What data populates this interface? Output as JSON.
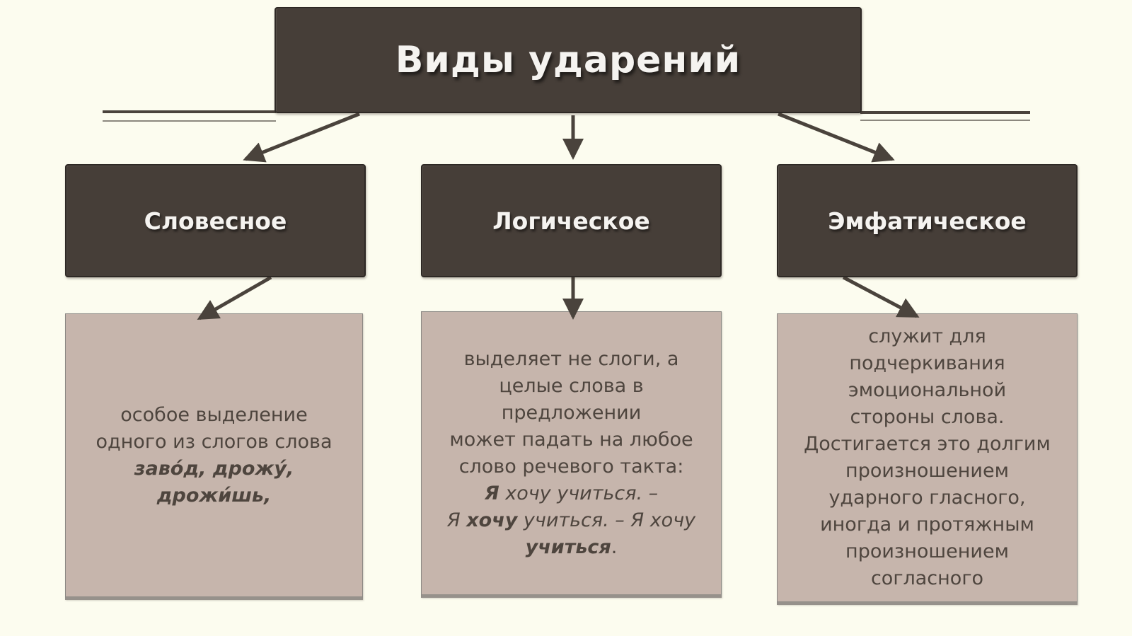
{
  "title": "Виды ударений",
  "colors": {
    "page_background": "#fcfcef",
    "dark_box_fill": "#463e38",
    "dark_box_text": "#f5f3f0",
    "desc_box_fill": "#c6b5ac",
    "desc_box_border": "#8b8884",
    "desc_text": "#4e453e",
    "connector": "#4a433c"
  },
  "categories": [
    {
      "label": "Словесное",
      "description": [
        [
          {
            "t": "особое выделение"
          }
        ],
        [
          {
            "t": "одного из слогов слова"
          }
        ],
        [
          {
            "t": "заво́д, дрожу́,",
            "b": true,
            "i": true
          }
        ],
        [
          {
            "t": "дрожи́шь,",
            "b": true,
            "i": true
          }
        ]
      ]
    },
    {
      "label": "Логическое",
      "description": [
        [
          {
            "t": "выделяет не слоги, а"
          }
        ],
        [
          {
            "t": "целые слова в"
          }
        ],
        [
          {
            "t": "предложении"
          }
        ],
        [
          {
            "t": "может падать на любое"
          }
        ],
        [
          {
            "t": "слово речевого такта:"
          }
        ],
        [
          {
            "t": "Я",
            "b": true,
            "i": true
          },
          {
            "t": " хочу учиться. –",
            "i": true
          }
        ],
        [
          {
            "t": "Я ",
            "i": true
          },
          {
            "t": "хочу",
            "b": true,
            "i": true
          },
          {
            "t": " учиться. – Я хочу",
            "i": true
          }
        ],
        [
          {
            "t": "учиться",
            "b": true,
            "i": true
          },
          {
            "t": "."
          }
        ]
      ]
    },
    {
      "label": "Эмфатическое",
      "description": [
        [
          {
            "t": "служит для"
          }
        ],
        [
          {
            "t": "подчеркивания"
          }
        ],
        [
          {
            "t": "эмоциональной"
          }
        ],
        [
          {
            "t": "стороны слова."
          }
        ],
        [
          {
            "t": "Достигается это долгим"
          }
        ],
        [
          {
            "t": "произношением"
          }
        ],
        [
          {
            "t": "ударного гласного,"
          }
        ],
        [
          {
            "t": "иногда и протяжным"
          }
        ],
        [
          {
            "t": "произношением"
          }
        ],
        [
          {
            "t": "согласного"
          }
        ]
      ]
    }
  ]
}
